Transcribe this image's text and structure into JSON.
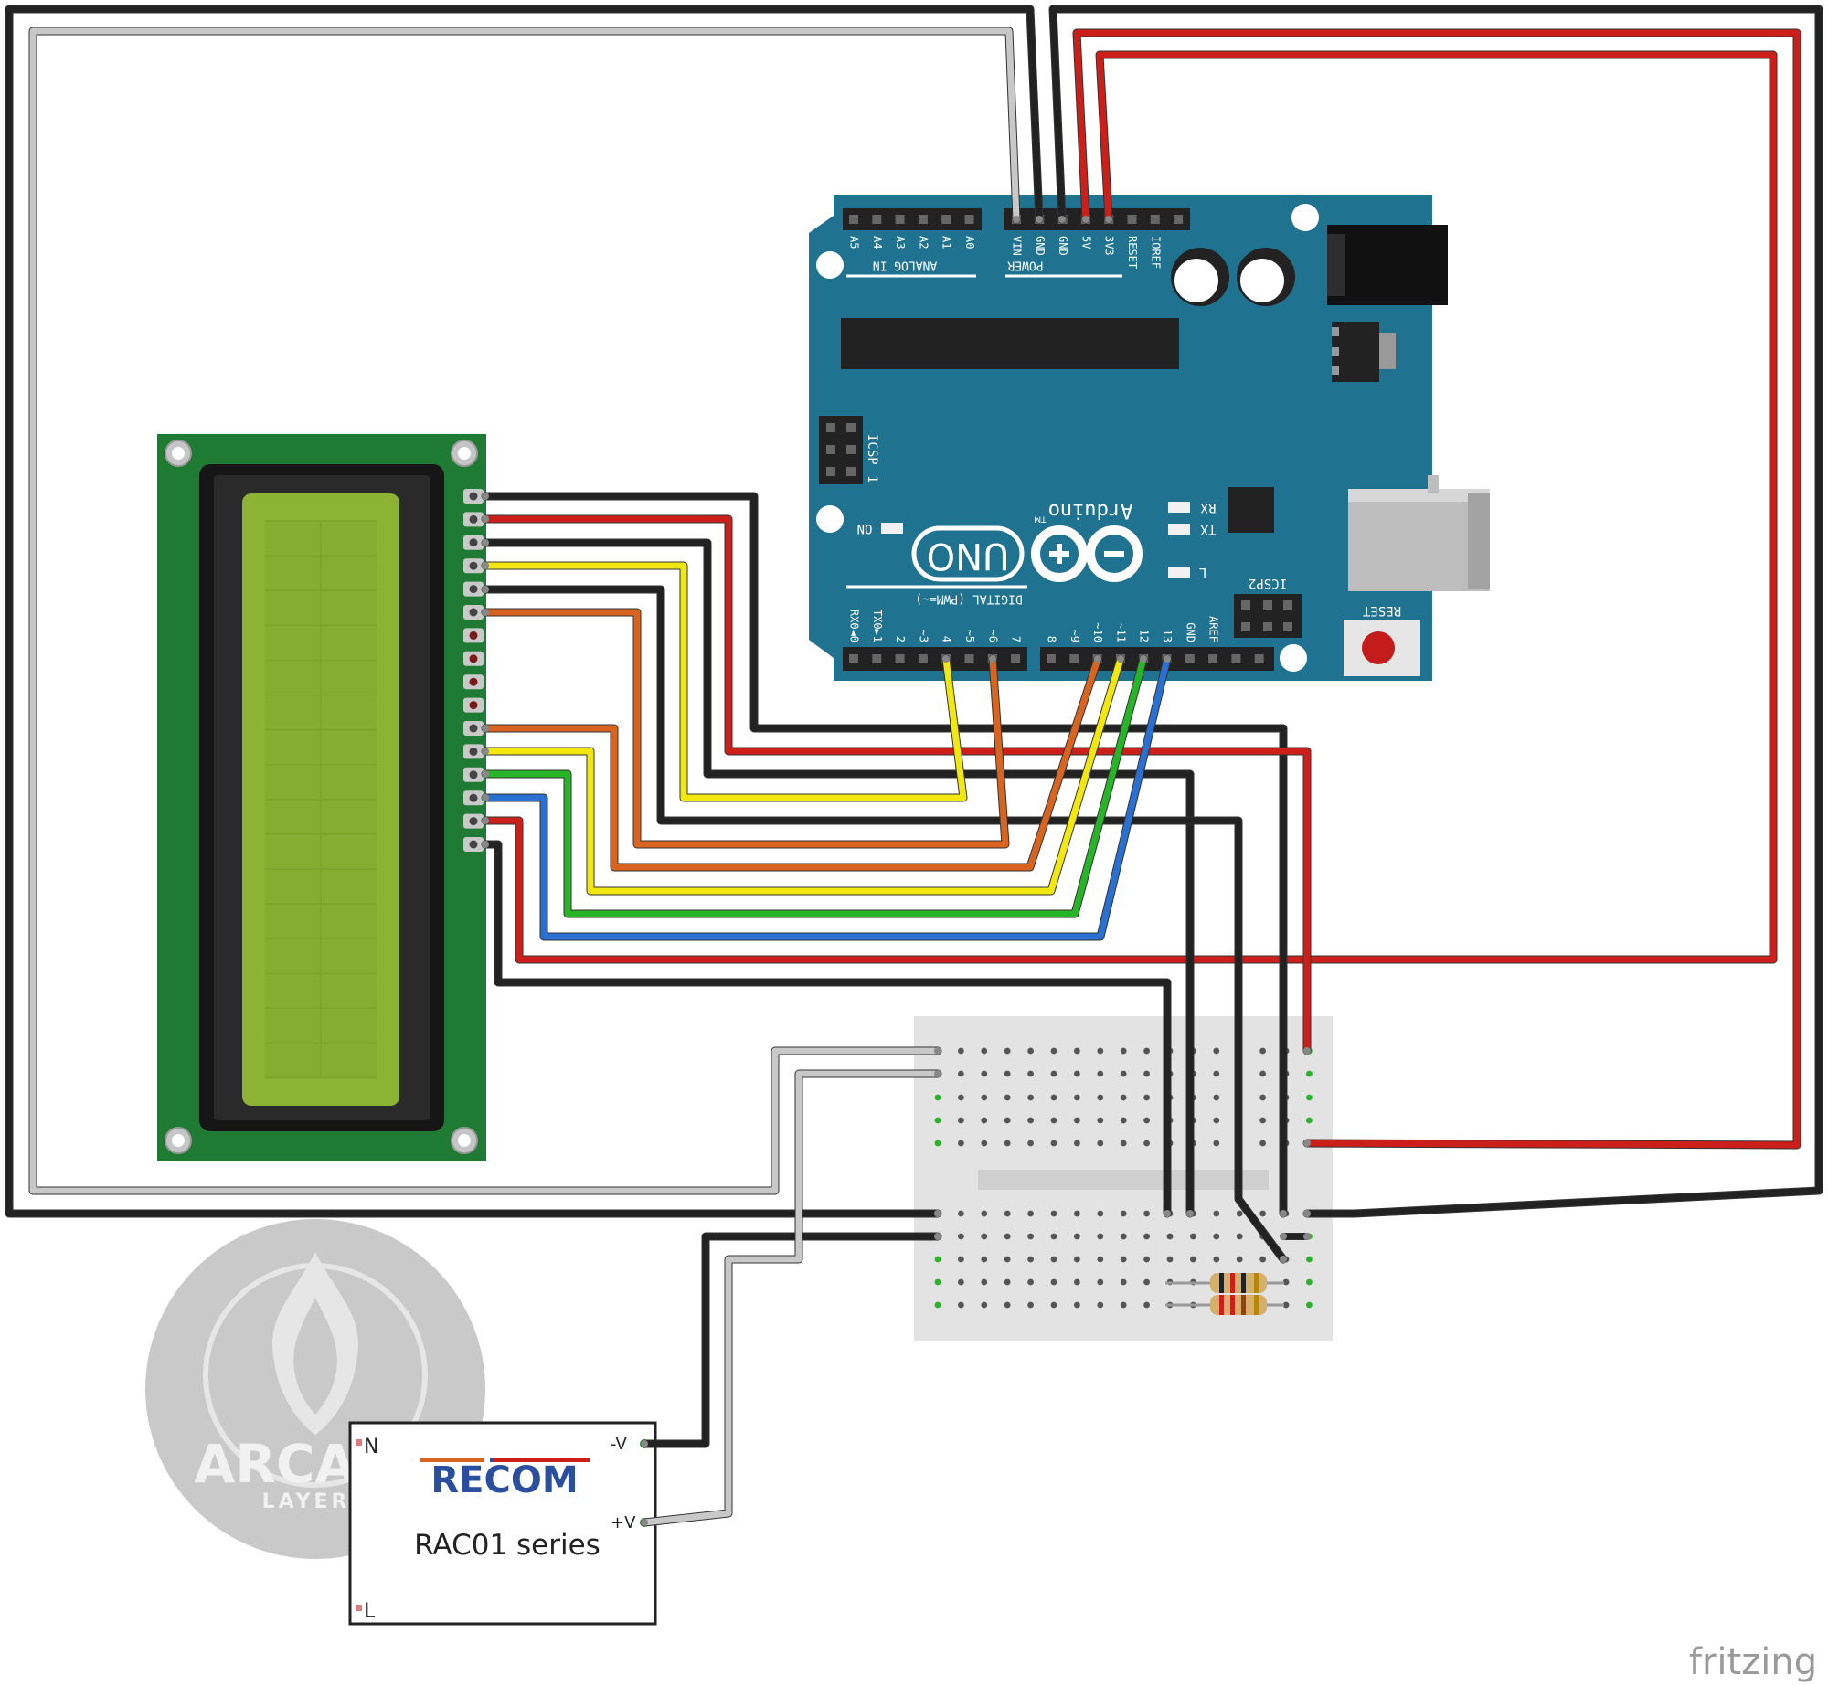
{
  "arduino": {
    "brand": "Arduino",
    "trademark": "TM",
    "model": "UNO",
    "analog_header": "ANALOG IN",
    "power_header": "POWER",
    "digital_header": "DIGITAL (PWM=~)",
    "icsp": "ICSP",
    "icsp_pin": "1",
    "icsp2": "ICSP2",
    "reset": "RESET",
    "on": "ON",
    "rx": "RX",
    "tx": "TX",
    "l": "L",
    "analog_pins": [
      "A5",
      "A4",
      "A3",
      "A2",
      "A1",
      "A0"
    ],
    "power_pins": [
      "VIN",
      "GND",
      "GND",
      "5V",
      "3V3",
      "RESET",
      "IOREF"
    ],
    "digital_low_pins": [
      "RX0◄0",
      "TX0►1",
      "2",
      "~3",
      "4",
      "~5",
      "~6",
      "7"
    ],
    "digital_high_pins": [
      "8",
      "~9",
      "~10",
      "~11",
      "12",
      "13",
      "GND",
      "AREF"
    ]
  },
  "power_module": {
    "brand": "RECOM",
    "series": "RAC01 series",
    "pin_n": "N",
    "pin_l": "L",
    "pin_neg": "-V",
    "pin_pos": "+V"
  },
  "watermark": {
    "name": "ARCANE",
    "sub": "LAYERS"
  },
  "credit": "fritzing",
  "colors": {
    "board": "#1f7390",
    "wire_red": "#cc1f1a",
    "wire_black": "#222222",
    "wire_white": "#c8c8c8",
    "wire_yellow": "#f2e80d",
    "wire_orange": "#d8641f",
    "wire_green": "#27b427",
    "wire_blue": "#2a6fd2",
    "lcd_pcb": "#1f7a34",
    "lcd_screen": "#8cb334"
  }
}
